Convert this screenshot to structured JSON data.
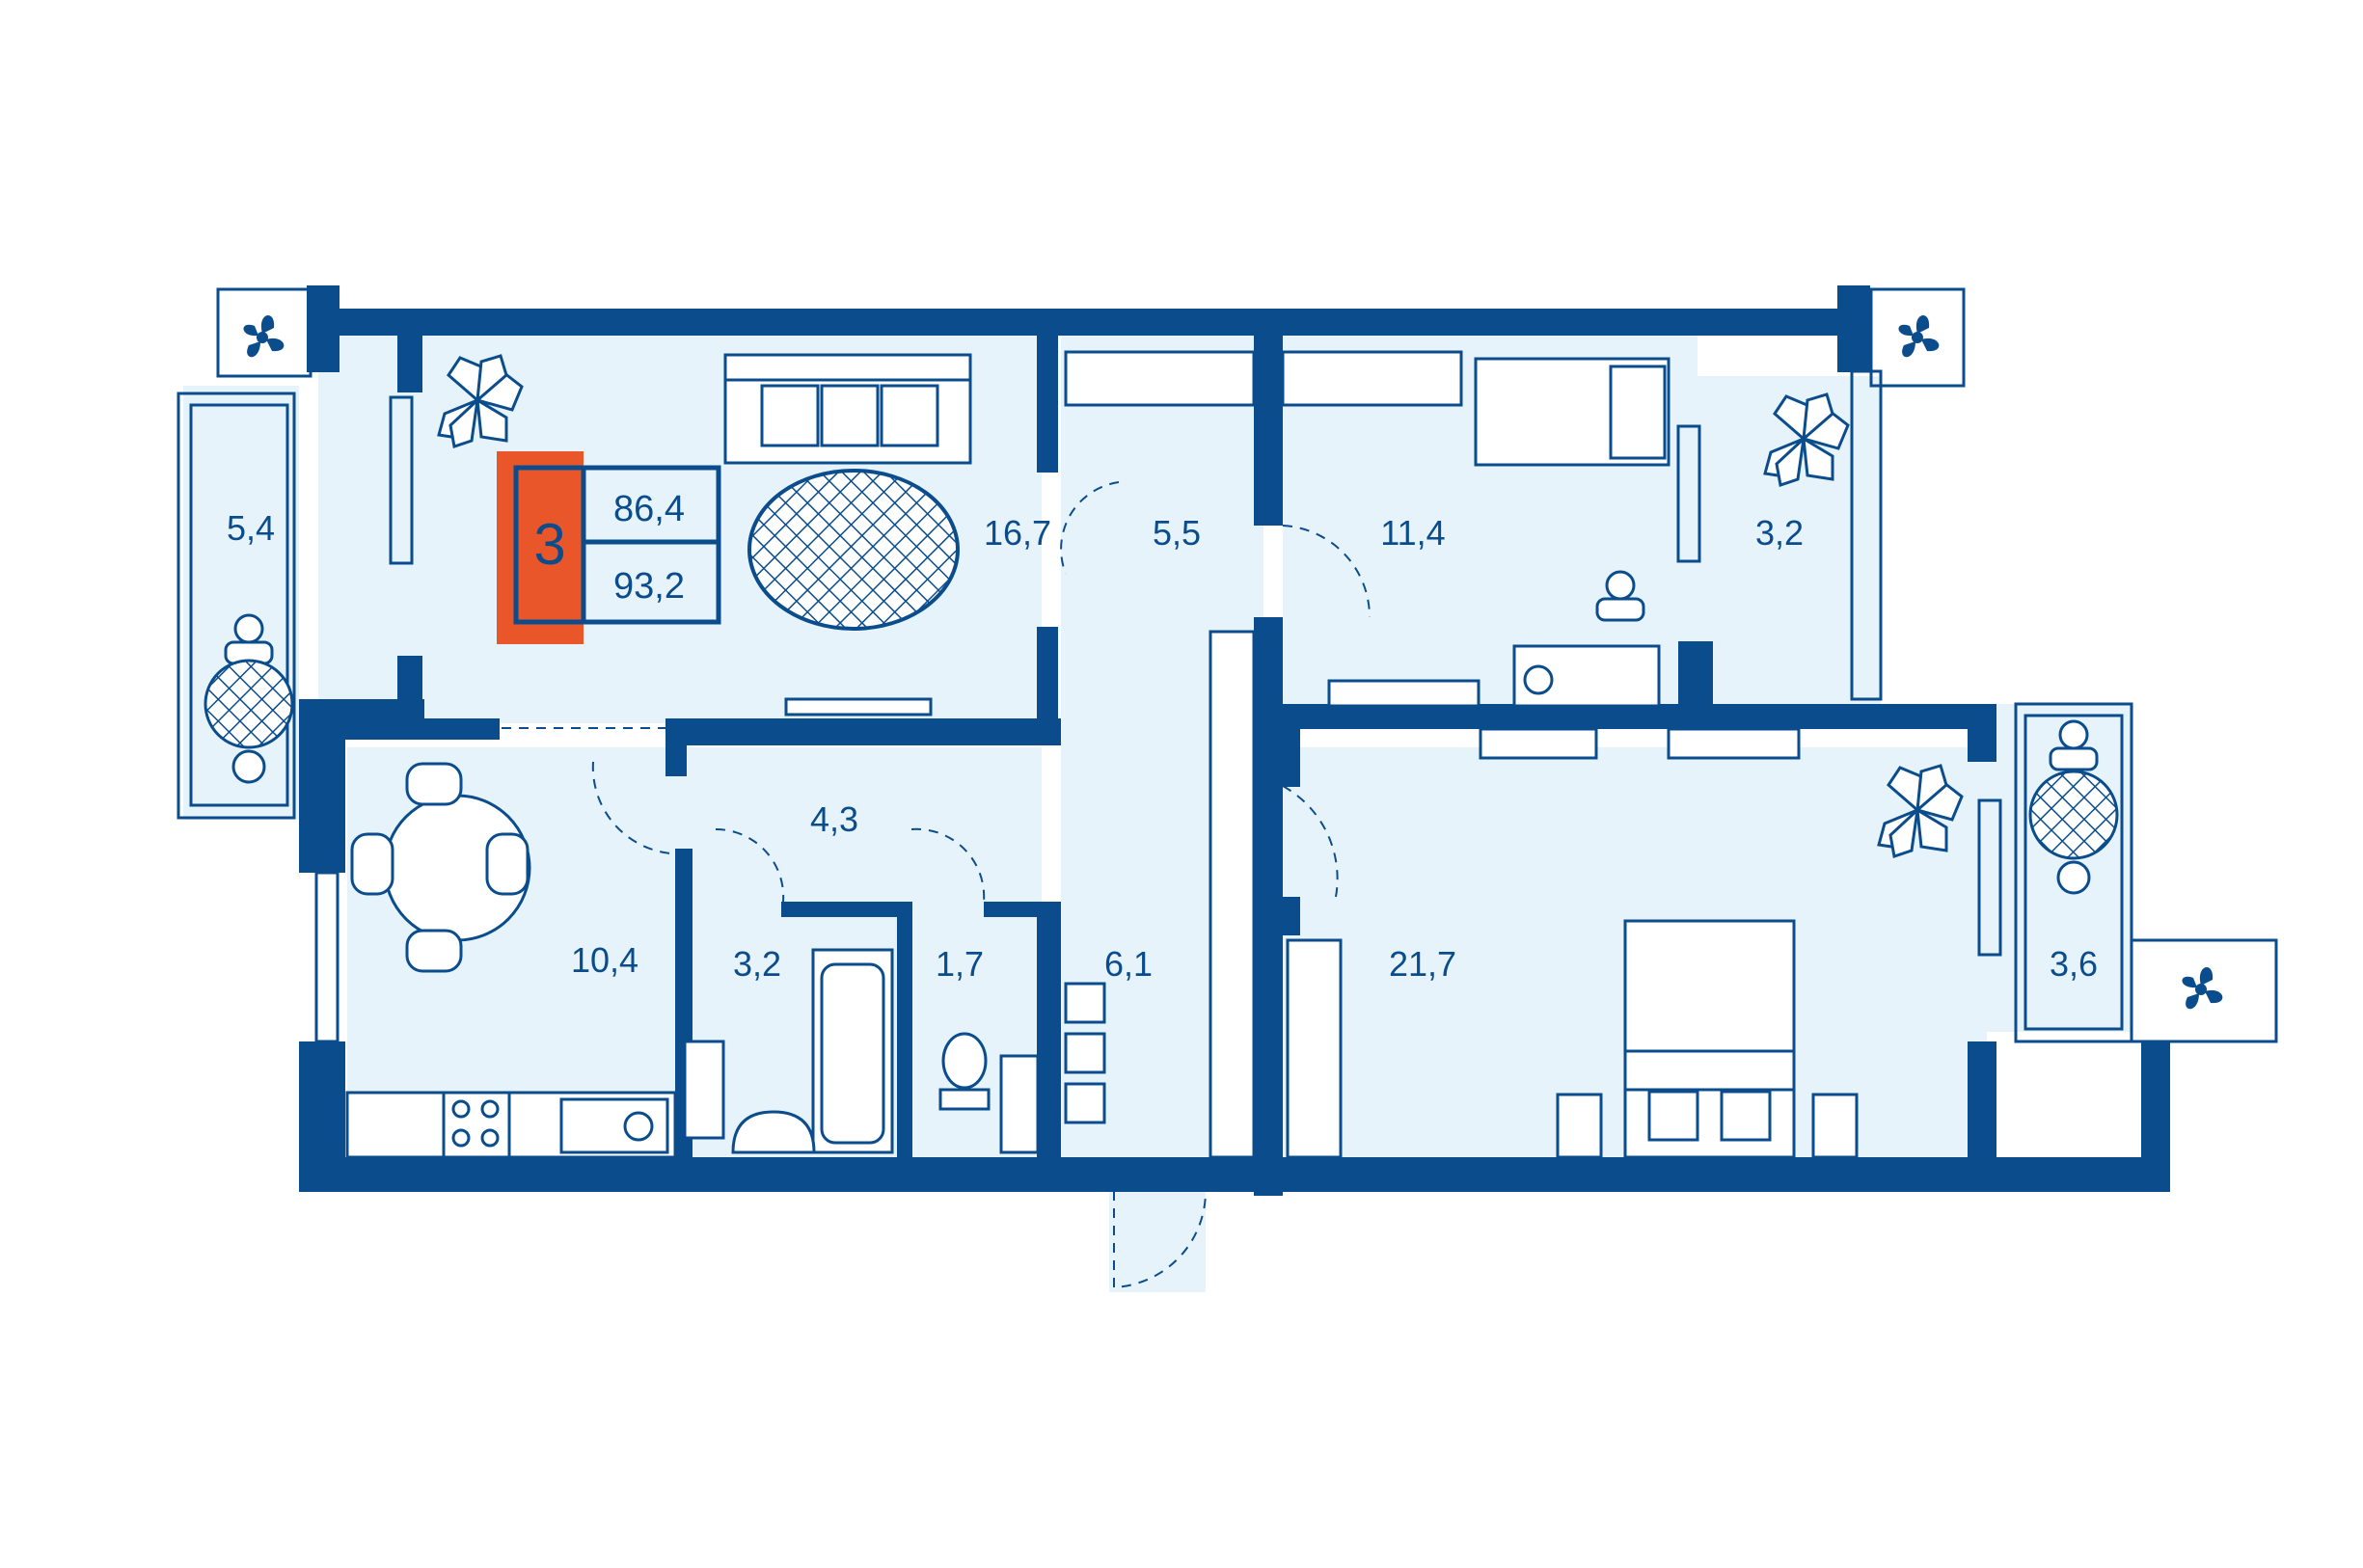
{
  "apartment": {
    "rooms_count": "3",
    "living_area": "86,4",
    "total_area": "93,2"
  },
  "rooms": [
    {
      "id": "balcony-left",
      "area": "5,4"
    },
    {
      "id": "living-room",
      "area": "16,7"
    },
    {
      "id": "hall-upper",
      "area": "5,5"
    },
    {
      "id": "bedroom-small",
      "area": "11,4"
    },
    {
      "id": "balcony-top-right",
      "area": "3,2"
    },
    {
      "id": "kitchen",
      "area": "10,4"
    },
    {
      "id": "corridor",
      "area": "4,3"
    },
    {
      "id": "bathroom",
      "area": "3,2"
    },
    {
      "id": "toilet",
      "area": "1,7"
    },
    {
      "id": "hall-lower",
      "area": "6,1"
    },
    {
      "id": "bedroom-master",
      "area": "21,7"
    },
    {
      "id": "balcony-right",
      "area": "3,6"
    }
  ],
  "colors": {
    "wall": "#0b4d8c",
    "floor": "#e6f3fb",
    "accent": "#e8562a"
  },
  "icons": [
    "fan-icon",
    "plant-icon",
    "sofa-icon",
    "rug-icon",
    "table-icon",
    "chair-icon",
    "bed-icon",
    "desk-icon",
    "stove-icon",
    "sink-icon",
    "bathtub-icon",
    "toilet-icon",
    "washbasin-icon",
    "wardrobe-icon",
    "shelf-icon"
  ]
}
